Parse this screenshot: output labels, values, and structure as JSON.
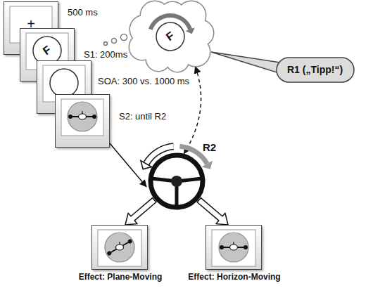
{
  "diagram": {
    "nodes": [
      {
        "text": [
          "+",
          "500 ms"
        ]
      },
      {
        "text": [
          "F",
          "S1: 200ms"
        ]
      },
      {
        "text": [
          "SOA: 300 vs. 1000 ms"
        ]
      },
      {
        "text": [
          "S2: until R2"
        ]
      },
      {
        "text": [
          "F"
        ]
      },
      {
        "text": [
          "R1 („Tipp!“)"
        ]
      },
      {
        "text": [
          "R2"
        ]
      },
      {
        "text": [
          "Effect: Plane-Moving"
        ]
      },
      {
        "text": [
          "Effect: Horizon-Moving"
        ]
      }
    ],
    "edges": [
      {
        "from": 3,
        "to": 6,
        "arrow": "to"
      },
      {
        "from": 4,
        "to": 6,
        "arrow": "both"
      },
      {
        "from": 6,
        "to": 7,
        "arrow": "to"
      },
      {
        "from": 6,
        "to": 8,
        "arrow": "to"
      }
    ]
  }
}
